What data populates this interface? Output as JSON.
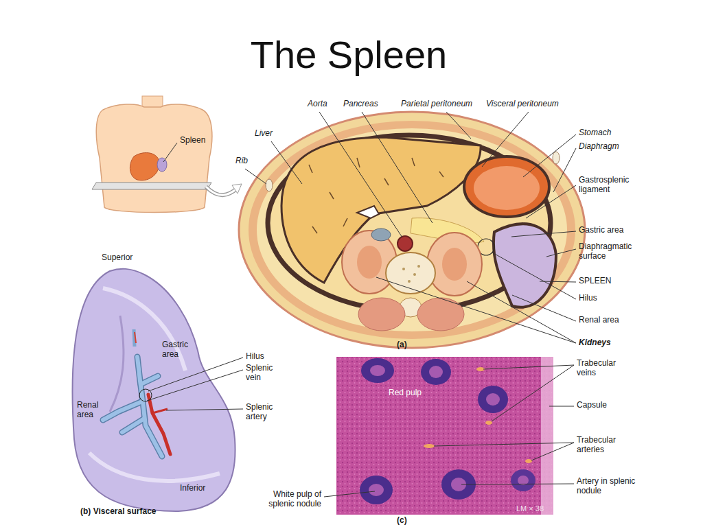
{
  "diagram": {
    "title": "The Spleen",
    "labels": [
      "Spleen",
      "Aorta",
      "Pancreas",
      "Parietal peritoneum",
      "Visceral peritoneum",
      "Liver",
      "Rib",
      "Stomach",
      "Diaphragm",
      "Gastrosplenic ligament",
      "Gastric area",
      "Diaphragmatic surface",
      "SPLEEN",
      "Hilus",
      "Renal area",
      "Kidneys",
      "(a)",
      "Superior",
      "Gastric area",
      "Renal area",
      "Hilus",
      "Splenic vein",
      "Splenic artery",
      "Inferior",
      "(b) Visceral surface",
      "Red pulp",
      "Trabecular veins",
      "Capsule",
      "Trabecular arteries",
      "Artery in splenic nodule",
      "White pulp of splenic nodule",
      "(c)",
      "LM × 38"
    ]
  }
}
